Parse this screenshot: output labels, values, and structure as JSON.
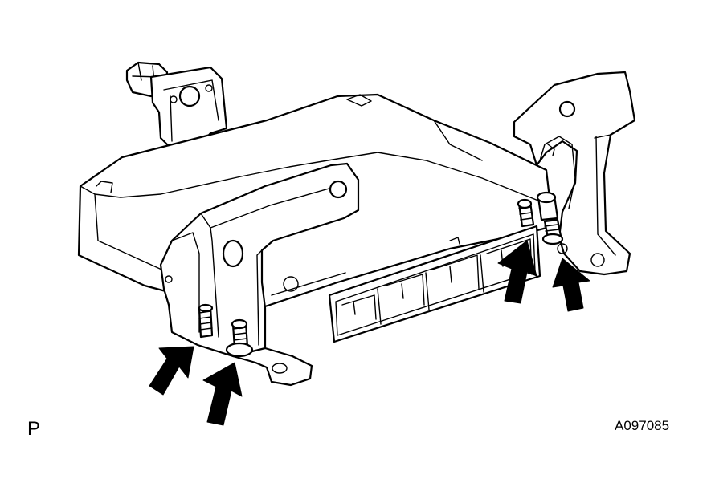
{
  "view_label": "P",
  "figure_id": "A097085",
  "callouts": {
    "arrow_count": 4,
    "arrow_icon": "bold-arrow-icon"
  }
}
